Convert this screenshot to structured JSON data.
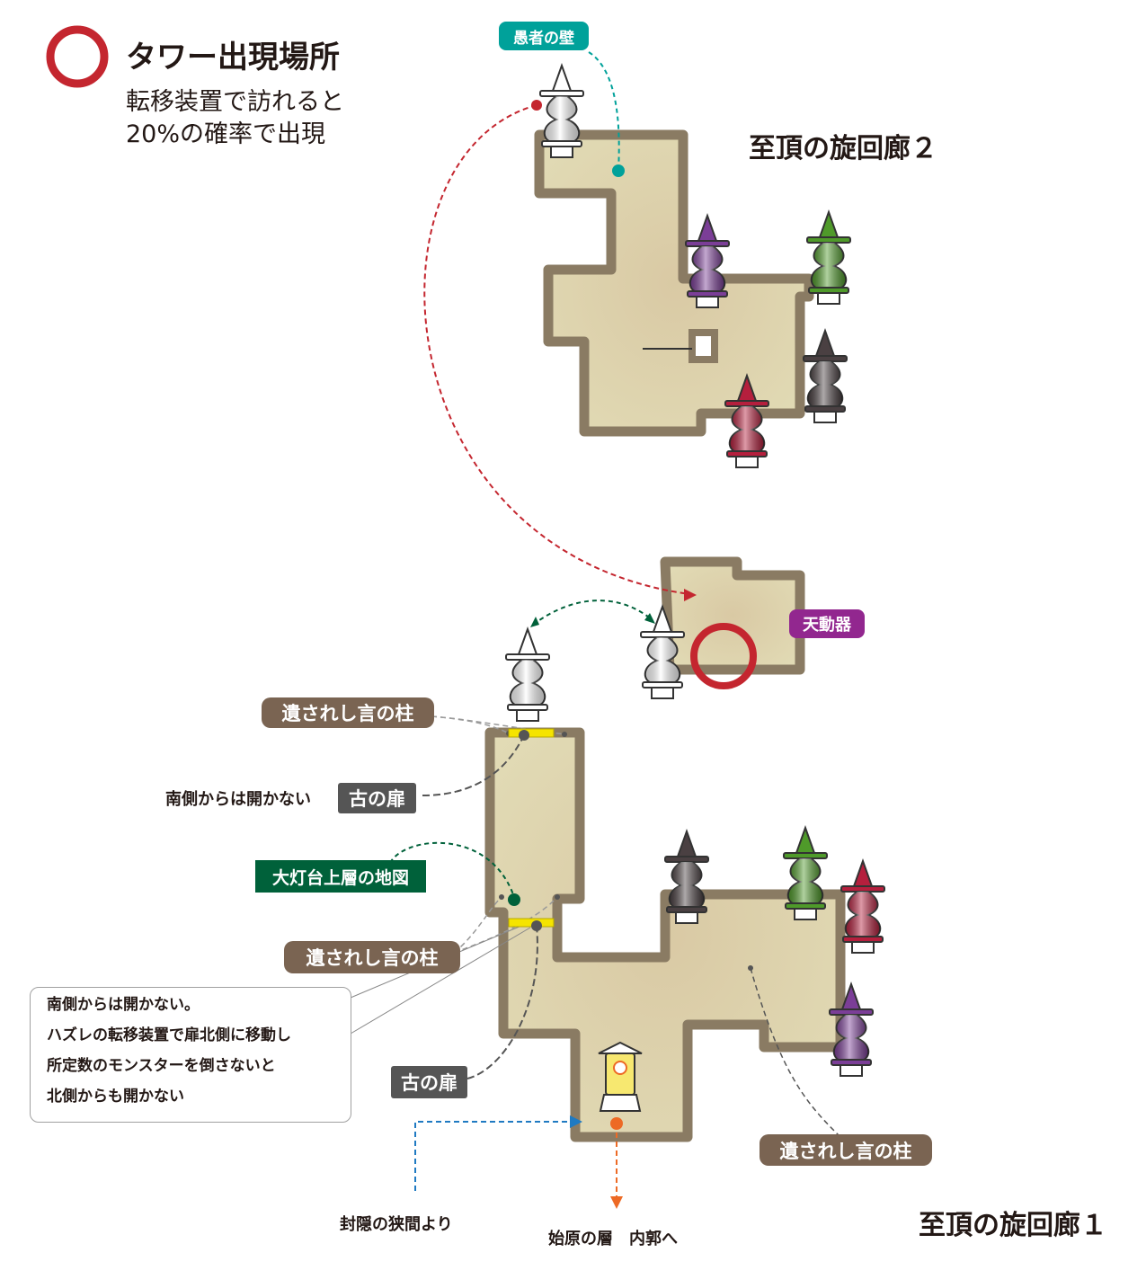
{
  "legend": {
    "title": "タワー出現場所",
    "desc": "転移装置で訪れると\n20%の確率で出現",
    "marker_color": "#c4262f"
  },
  "areas": {
    "upper_title": "至頂の旋回廊２",
    "lower_title": "至頂の旋回廊１"
  },
  "labels": {
    "fools_wall": "愚者の壁",
    "tendouki": "天動器",
    "pillar_top": "遺されし言の柱",
    "pillar_mid": "遺されし言の柱",
    "pillar_right": "遺されし言の柱",
    "door_upper_note": "南側からは開かない",
    "door_upper": "古の扉",
    "door_lower": "古の扉",
    "map_item": "大灯台上層の地図",
    "from_hazama": "封隠の狭間より",
    "to_inner": "始原の層　内郭へ"
  },
  "note_box": {
    "lines": [
      "南側からは開かない。",
      "ハズレの転移装置で扉北側に移動し",
      "所定数のモンスターを倒さないと",
      "北側からも開かない"
    ]
  },
  "colors": {
    "floor": "#ded7b0",
    "wall": "#8a7b63",
    "red_route": "#c4262f",
    "green_route": "#00613a",
    "teal": "#00a19a",
    "blue_route": "#1f7ac2",
    "orange_route": "#ed6a25",
    "door": "#f5e400",
    "pawn_purple": "#7b3e97",
    "pawn_green": "#4f9a2a",
    "pawn_gray": "#4a4042",
    "pawn_red": "#b51f3d",
    "pawn_white": "#ffffff"
  }
}
